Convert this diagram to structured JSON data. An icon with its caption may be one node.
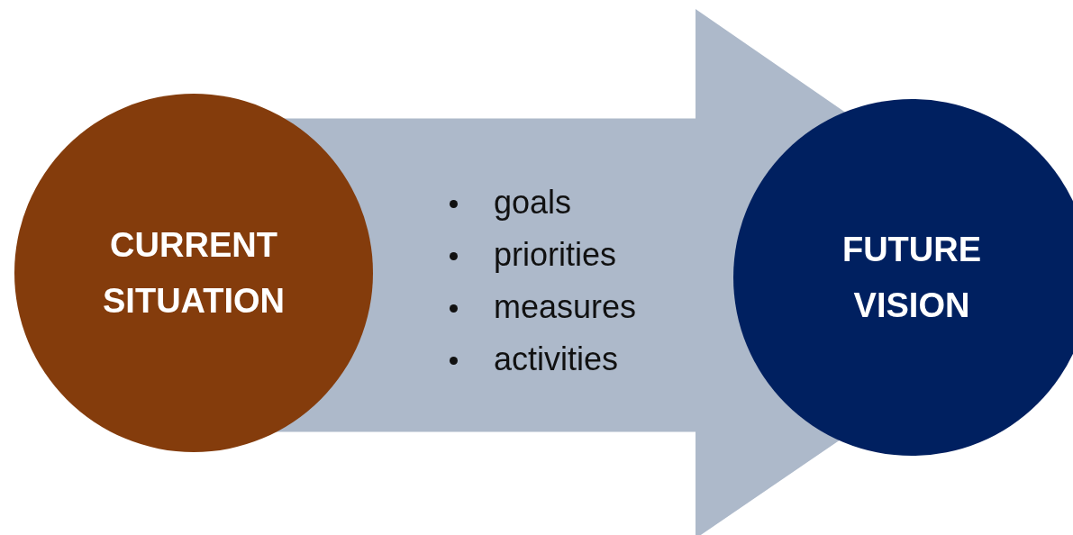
{
  "diagram": {
    "nodes": [
      {
        "text": [
          "CURRENT SITUATION"
        ]
      },
      {
        "text": [
          "FUTURE VISION"
        ]
      }
    ],
    "edges": [
      {
        "from": 0,
        "to": 1,
        "arrow": "to",
        "style": "thick",
        "color": "#adb9ca"
      }
    ],
    "labels": [
      "goals",
      "priorities",
      "measures",
      "activities"
    ]
  }
}
